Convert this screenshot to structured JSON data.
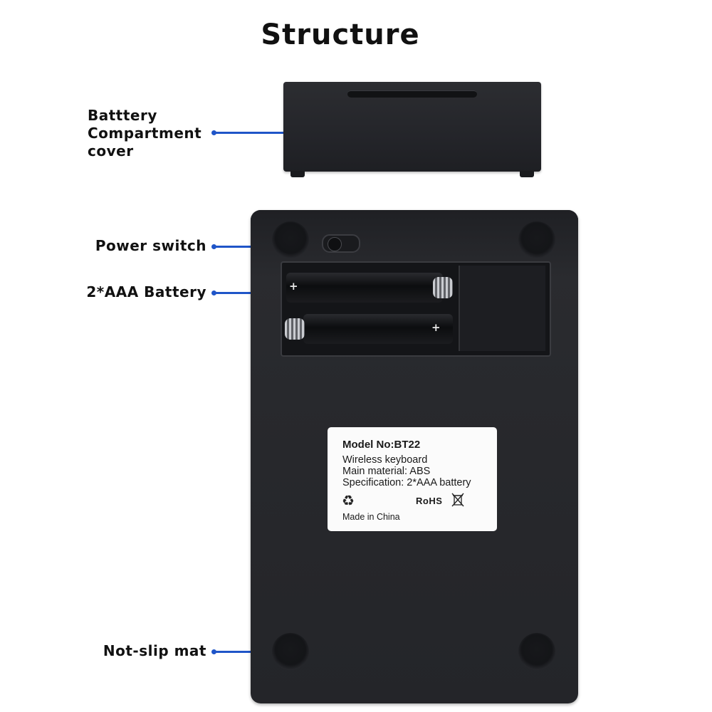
{
  "title": "Structure",
  "callouts": {
    "cover": [
      "Batttery",
      "Compartment",
      "cover"
    ],
    "power_switch": "Power switch",
    "battery": "2*AAA Battery",
    "mat": "Not-slip mat"
  },
  "label": {
    "model": "Model No:BT22",
    "line1": "Wireless keyboard",
    "line2": "Main material: ABS",
    "line3": "Specification: 2*AAA battery",
    "rohs": "RoHS",
    "origin": "Made in China"
  },
  "battery_marks": {
    "plus_top": "+",
    "plus_bottom": "+"
  },
  "icons": {
    "recycle": "recycle-icon",
    "weee": "crossed-bin-icon",
    "switch": "slide-switch"
  },
  "colors": {
    "leader": "#1f55c8",
    "device": "#27282c",
    "label_bg": "#fbfbfb"
  }
}
